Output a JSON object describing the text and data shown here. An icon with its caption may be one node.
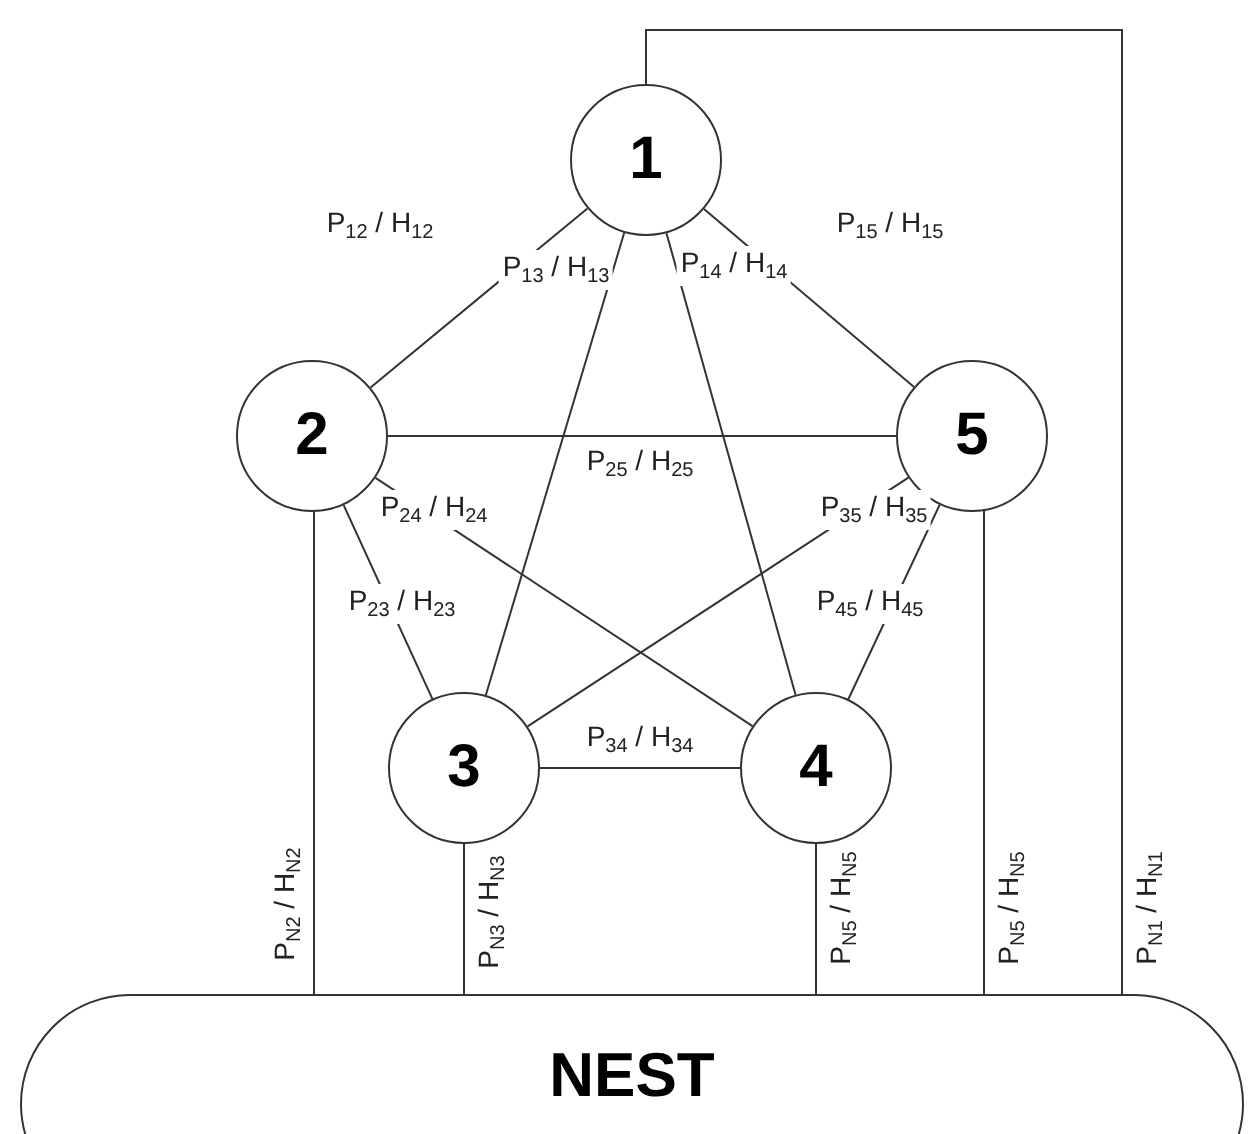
{
  "diagram": {
    "nodes": [
      {
        "text": [
          "1"
        ]
      },
      {
        "text": [
          "2"
        ]
      },
      {
        "text": [
          "3"
        ]
      },
      {
        "text": [
          "4"
        ]
      },
      {
        "text": [
          "5"
        ]
      },
      {
        "text": [
          "NEST"
        ]
      }
    ],
    "edges": [
      {
        "from": 0,
        "to": 1,
        "arrow": "none",
        "label": "P$_{12}$ / H$_{12}$"
      },
      {
        "from": 0,
        "to": 2,
        "arrow": "none",
        "label": "P$_{13}$ / H$_{13}$"
      },
      {
        "from": 0,
        "to": 3,
        "arrow": "none",
        "label": "P$_{14}$ / H$_{14}$"
      },
      {
        "from": 0,
        "to": 4,
        "arrow": "none",
        "label": "P$_{15}$ / H$_{15}$"
      },
      {
        "from": 1,
        "to": 4,
        "arrow": "none",
        "label": "P$_{25}$ / H$_{25}$"
      },
      {
        "from": 1,
        "to": 3,
        "arrow": "none",
        "label": "P$_{24}$ / H$_{24}$"
      },
      {
        "from": 1,
        "to": 2,
        "arrow": "none",
        "label": "P$_{23}$ / H$_{23}$"
      },
      {
        "from": 2,
        "to": 4,
        "arrow": "none",
        "label": "P$_{35}$ / H$_{35}$"
      },
      {
        "from": 2,
        "to": 3,
        "arrow": "none",
        "label": "P$_{34}$ / H$_{34}$"
      },
      {
        "from": 3,
        "to": 4,
        "arrow": "none",
        "label": "P$_{45}$ / H$_{45}$"
      },
      {
        "from": 1,
        "to": 5,
        "arrow": "none",
        "label": "P$_{N2}$ / H$_{N2}$"
      },
      {
        "from": 2,
        "to": 5,
        "arrow": "none",
        "label": "P$_{N3}$ / H$_{N3}$"
      },
      {
        "from": 3,
        "to": 5,
        "arrow": "none",
        "label": "P$_{N5}$ / H$_{N5}$"
      },
      {
        "from": 4,
        "to": 5,
        "arrow": "none",
        "label": "P$_{N5}$ / H$_{N5}$"
      },
      {
        "from": 0,
        "to": 5,
        "arrow": "none",
        "label": "P$_{N1}$ / H$_{N1}$"
      }
    ]
  }
}
